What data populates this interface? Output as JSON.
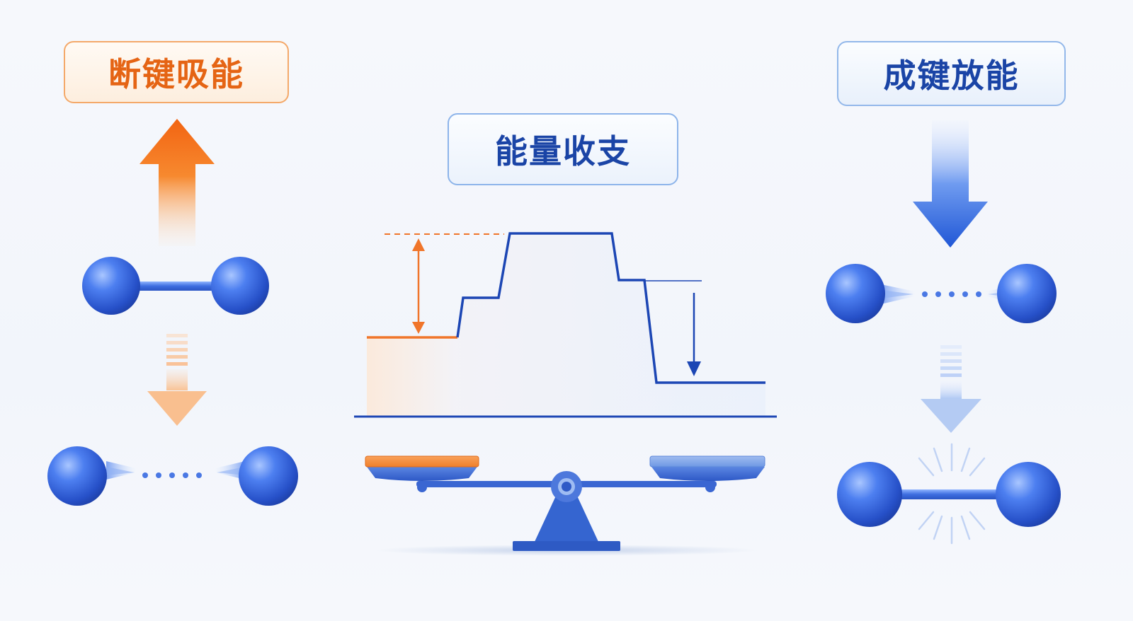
{
  "labels": {
    "left": "断键吸能",
    "center": "能量收支",
    "right": "成键放能"
  },
  "colors": {
    "orange": "#f26d12",
    "blue": "#1c46b4",
    "atom": "#2f63d8"
  }
}
